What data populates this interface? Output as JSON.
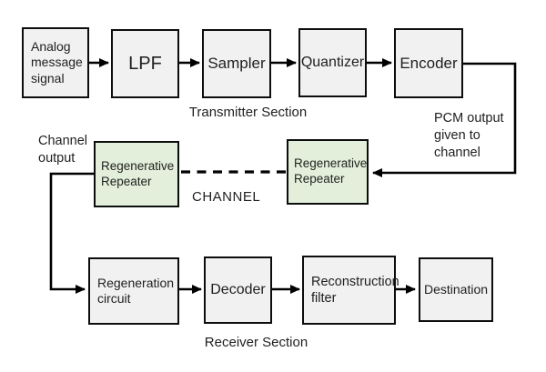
{
  "blocks": {
    "analog": "Analog\nmessage\nsignal",
    "lpf": "LPF",
    "sampler": "Sampler",
    "quantizer": "Quantizer",
    "encoder": "Encoder",
    "repeater1": "Regenerative\nRepeater",
    "repeater2": "Regenerative\nRepeater",
    "regeneration": "Regeneration\ncircuit",
    "decoder": "Decoder",
    "reconstruction": "Reconstruction\nfilter",
    "destination": "Destination"
  },
  "labels": {
    "transmitter_section": "Transmitter Section",
    "receiver_section": "Receiver Section",
    "channel": "CHANNEL",
    "channel_output": "Channel\noutput",
    "pcm_output": "PCM output\ngiven to\nchannel"
  },
  "colors": {
    "background": "#ffffff",
    "block_fill": "#f1f1f1",
    "repeater_fill": "#e3efda",
    "border": "#0d0d0d",
    "line": "#000000",
    "text": "#1f1f1f"
  }
}
